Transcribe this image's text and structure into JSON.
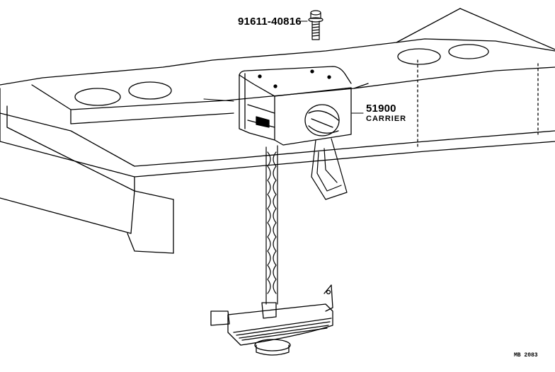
{
  "diagram": {
    "title": "Spare tire carrier exploded view",
    "parts": [
      {
        "part_number": "91611-40816",
        "name": ""
      },
      {
        "part_number": "51900",
        "name": "CARRIER"
      }
    ],
    "illustration_code": "MB  2083",
    "colors": {
      "line": "#000000",
      "background": "#ffffff"
    }
  }
}
